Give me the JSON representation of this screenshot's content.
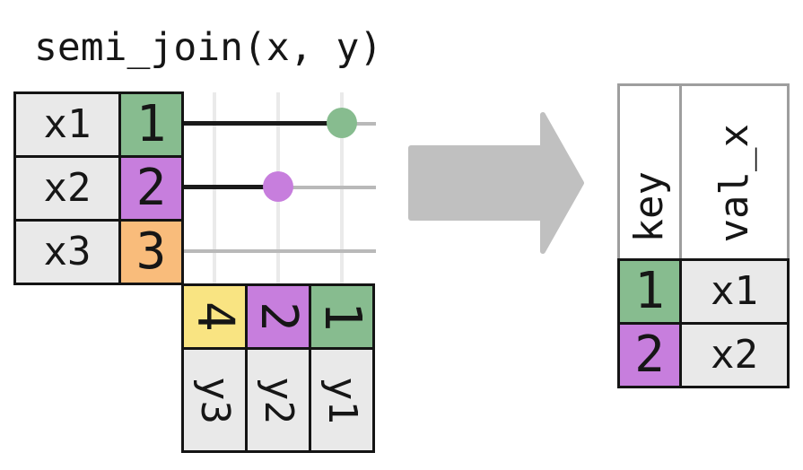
{
  "title": "semi_join(x, y)",
  "colors": {
    "green": "#87BC8F",
    "purple": "#C77EDD",
    "orange": "#F9BC7B",
    "yellow": "#F9E482",
    "cell_gray": "#E9E9E9",
    "line_black": "#1A1A1A",
    "grid_vertical": "#EAEAEA",
    "grid_horizontal": "#B9B9B9",
    "arrow_gray": "#C0C0C0",
    "header_border_gray": "#9E9E9E"
  },
  "x_table": {
    "rows": [
      {
        "val": "x1",
        "key": "1",
        "key_color": "green"
      },
      {
        "val": "x2",
        "key": "2",
        "key_color": "purple"
      },
      {
        "val": "x3",
        "key": "3",
        "key_color": "orange"
      }
    ]
  },
  "y_table": {
    "columns": [
      {
        "key": "4",
        "key_color": "yellow",
        "val": "y3"
      },
      {
        "key": "2",
        "key_color": "purple",
        "val": "y2"
      },
      {
        "key": "1",
        "key_color": "green",
        "val": "y1"
      }
    ]
  },
  "matches": [
    {
      "x_key": "1",
      "y_col": "y1",
      "dot_color": "green"
    },
    {
      "x_key": "2",
      "y_col": "y2",
      "dot_color": "purple"
    }
  ],
  "arrow": {
    "icon": "right-arrow"
  },
  "result_table": {
    "headers": [
      {
        "label": "key"
      },
      {
        "label": "val_x"
      }
    ],
    "rows": [
      {
        "key": "1",
        "key_color": "green",
        "val": "x1"
      },
      {
        "key": "2",
        "key_color": "purple",
        "val": "x2"
      }
    ]
  }
}
